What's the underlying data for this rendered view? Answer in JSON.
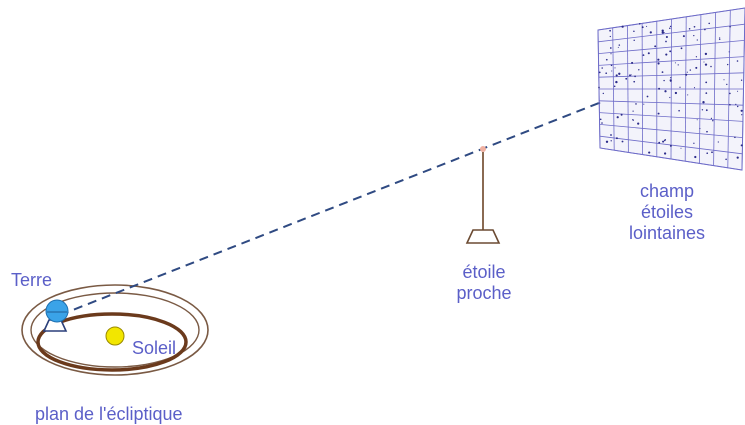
{
  "labels": {
    "earth": "Terre",
    "sun": "Soleil",
    "ecliptic_plane": "plan de l'écliptique",
    "near_star_line1": "étoile",
    "near_star_line2": "proche",
    "distant_field_line1": "champ",
    "distant_field_line2": "étoiles",
    "distant_field_line3": "lointaines"
  },
  "colors": {
    "label_text": "#5b5fc8",
    "orbit": "#6b3a1c",
    "plane": "#7a5a44",
    "sight_line": "#2f4a82",
    "earth": "#3aa3e8",
    "sun": "#f2e600",
    "grid": "#6e6cc8",
    "near_star_stand": "#8a6a52"
  }
}
